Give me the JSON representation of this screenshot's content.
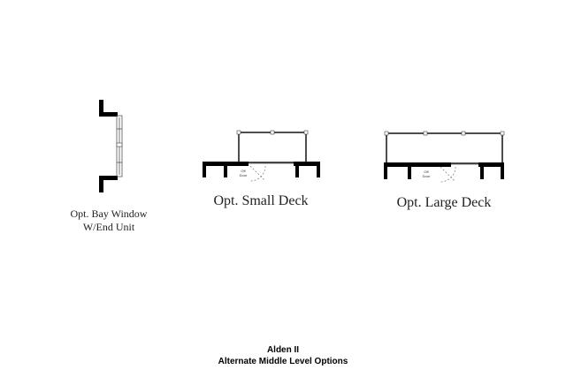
{
  "plans": {
    "bay_window": {
      "line1": "Opt. Bay Window",
      "line2": "W/End Unit"
    },
    "small_deck": {
      "label": "Opt. Small Deck",
      "door_line1": "Off",
      "door_line2": "Door"
    },
    "large_deck": {
      "label": "Opt. Large Deck",
      "door_line1": "Off",
      "door_line2": "Door"
    }
  },
  "footer": {
    "model": "Alden II",
    "subtitle": "Alternate Middle Level Options"
  }
}
